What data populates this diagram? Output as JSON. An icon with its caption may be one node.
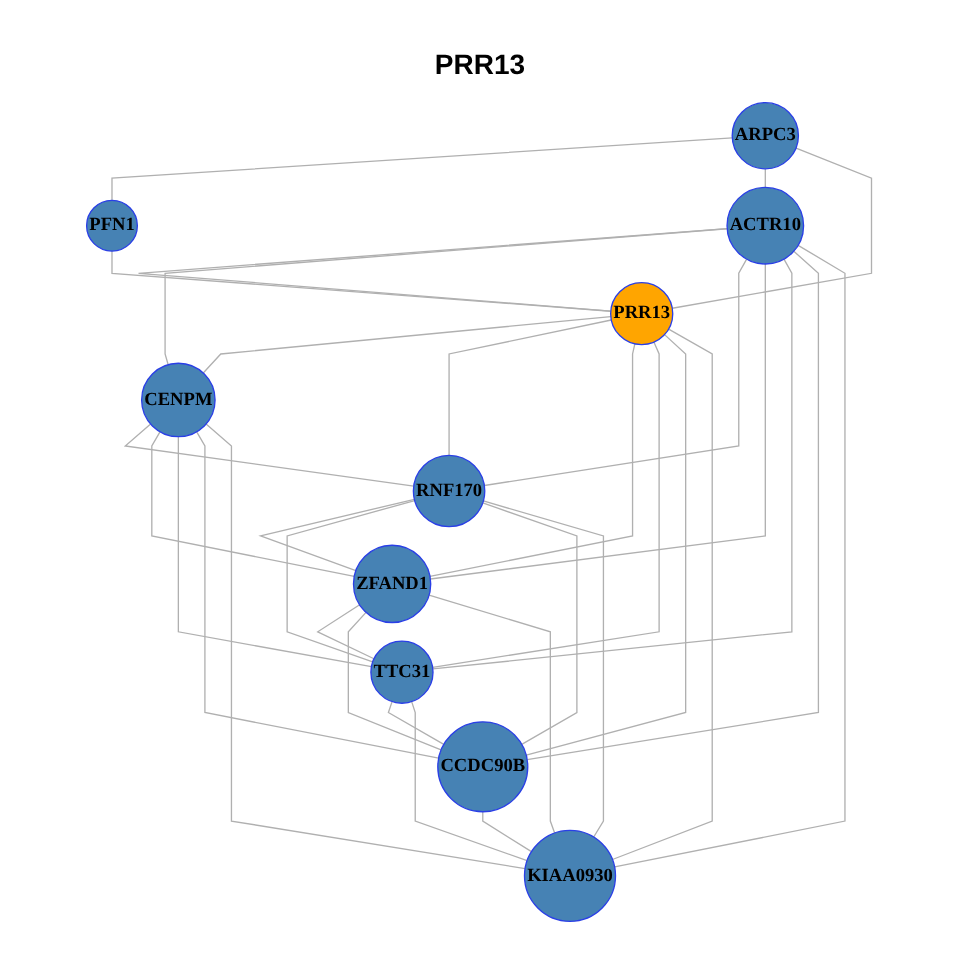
{
  "diagram": {
    "title": "PRR13",
    "nodes": [
      {
        "text": [
          "ARPC3"
        ]
      },
      {
        "text": [
          "PFN1"
        ]
      },
      {
        "text": [
          "ACTR10"
        ]
      },
      {
        "text": [
          "PRR13"
        ]
      },
      {
        "text": [
          "CENPM"
        ]
      },
      {
        "text": [
          "RNF170"
        ]
      },
      {
        "text": [
          "ZFAND1"
        ]
      },
      {
        "text": [
          "TTC31"
        ]
      },
      {
        "text": [
          "CCDC90B"
        ]
      },
      {
        "text": [
          "KIAA0930"
        ]
      }
    ],
    "edges": [
      {
        "from": 0,
        "to": 1,
        "arrow": "none"
      },
      {
        "from": 0,
        "to": 2,
        "arrow": "none"
      },
      {
        "from": 0,
        "to": 3,
        "arrow": "none"
      },
      {
        "from": 1,
        "to": 3,
        "arrow": "none"
      },
      {
        "from": 2,
        "to": 3,
        "arrow": "none"
      },
      {
        "from": 2,
        "to": 4,
        "arrow": "none"
      },
      {
        "from": 2,
        "to": 5,
        "arrow": "none"
      },
      {
        "from": 2,
        "to": 6,
        "arrow": "none"
      },
      {
        "from": 2,
        "to": 7,
        "arrow": "none"
      },
      {
        "from": 2,
        "to": 8,
        "arrow": "none"
      },
      {
        "from": 2,
        "to": 9,
        "arrow": "none"
      },
      {
        "from": 3,
        "to": 4,
        "arrow": "none"
      },
      {
        "from": 3,
        "to": 5,
        "arrow": "none"
      },
      {
        "from": 3,
        "to": 6,
        "arrow": "none"
      },
      {
        "from": 3,
        "to": 7,
        "arrow": "none"
      },
      {
        "from": 3,
        "to": 8,
        "arrow": "none"
      },
      {
        "from": 3,
        "to": 9,
        "arrow": "none"
      },
      {
        "from": 4,
        "to": 5,
        "arrow": "none"
      },
      {
        "from": 4,
        "to": 6,
        "arrow": "none"
      },
      {
        "from": 4,
        "to": 7,
        "arrow": "none"
      },
      {
        "from": 4,
        "to": 8,
        "arrow": "none"
      },
      {
        "from": 4,
        "to": 9,
        "arrow": "none"
      },
      {
        "from": 5,
        "to": 6,
        "arrow": "none"
      },
      {
        "from": 5,
        "to": 7,
        "arrow": "none"
      },
      {
        "from": 5,
        "to": 8,
        "arrow": "none"
      },
      {
        "from": 5,
        "to": 9,
        "arrow": "none"
      },
      {
        "from": 6,
        "to": 7,
        "arrow": "none"
      },
      {
        "from": 6,
        "to": 8,
        "arrow": "none"
      },
      {
        "from": 6,
        "to": 9,
        "arrow": "none"
      },
      {
        "from": 7,
        "to": 8,
        "arrow": "none"
      },
      {
        "from": 7,
        "to": 9,
        "arrow": "none"
      },
      {
        "from": 8,
        "to": 9,
        "arrow": "none"
      }
    ]
  }
}
